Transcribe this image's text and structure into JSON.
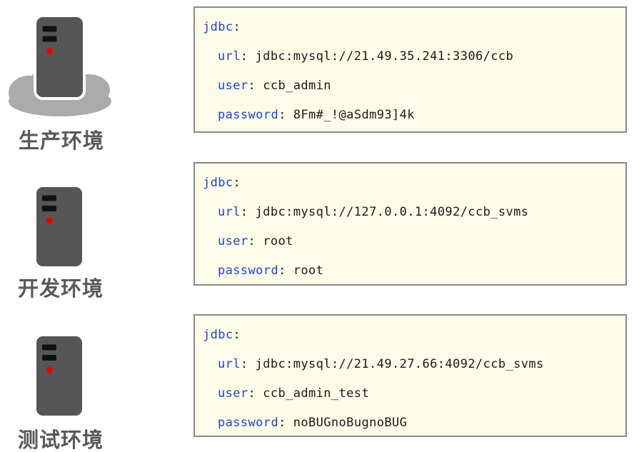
{
  "strings": {
    "colon": ":"
  },
  "code_keys": {
    "root": "jdbc",
    "url": "url",
    "user": "user",
    "password": "password"
  },
  "environments": [
    {
      "id": "production",
      "label": "生产环境",
      "icon": "server-cloud-icon",
      "values": {
        "url": "jdbc:mysql://21.49.35.241:3306/ccb",
        "user": "ccb_admin",
        "password": "8Fm#_!@aSdm93]4k"
      }
    },
    {
      "id": "development",
      "label": "开发环境",
      "icon": "server-icon",
      "values": {
        "url": "jdbc:mysql://127.0.0.1:4092/ccb_svms",
        "user": "root",
        "password": "root"
      }
    },
    {
      "id": "test",
      "label": "测试环境",
      "icon": "server-icon",
      "values": {
        "url": "jdbc:mysql://21.49.27.66:4092/ccb_svms",
        "user": "ccb_admin_test",
        "password": "noBUGnoBugnoBUG"
      }
    }
  ],
  "colors": {
    "key_blue": "#2244cc",
    "code_text": "#1a1a1a",
    "box_bg": "#fcfce8",
    "box_border": "#8a8a8a",
    "label_gray": "#595959",
    "server_gray": "#565656",
    "slot_black": "#111111",
    "cloud_gray": "#ababab",
    "led_red": "#ee0000"
  }
}
